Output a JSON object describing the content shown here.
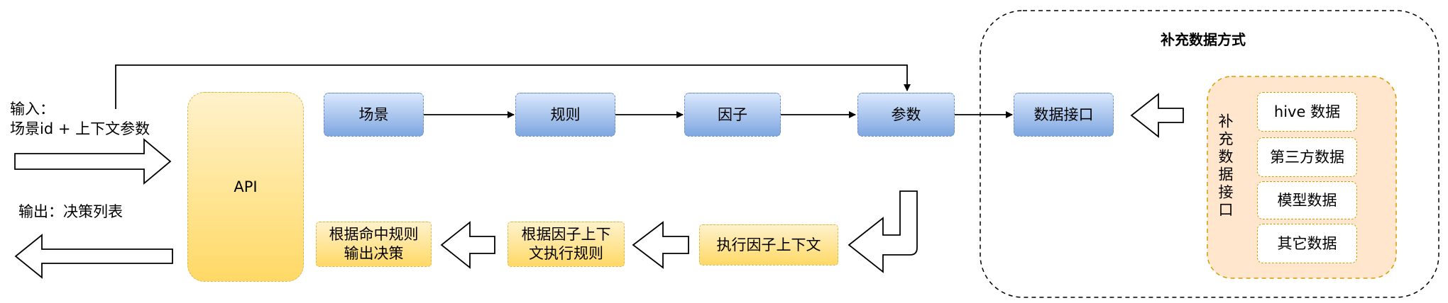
{
  "input_label": "输入：\n场景id + 上下文参数",
  "output_label": "输出：决策列表",
  "api": "API",
  "flow": {
    "scene": "场景",
    "rule": "规则",
    "factor": "因子",
    "param": "参数",
    "data_api": "数据接口"
  },
  "execution": {
    "exec_factor_ctx": "执行因子上下文",
    "exec_rule": "根据因子上下\n文执行规则",
    "output_decision": "根据命中规则\n输出决策"
  },
  "supplement": {
    "title": "补充数据方式",
    "interface_label": "补充数据接口",
    "sources": [
      "hive 数据",
      "第三方数据",
      "模型数据",
      "其它数据"
    ]
  },
  "colors": {
    "blue_top": "#dae8fc",
    "blue_bottom": "#7ea6e0",
    "blue_border": "#6c8ebf",
    "yellow_top": "#fff2cc",
    "yellow_bottom": "#ffd966",
    "yellow_border": "#d6b656",
    "peach_fill": "#ffe6cc",
    "peach_border": "#d79b00"
  }
}
